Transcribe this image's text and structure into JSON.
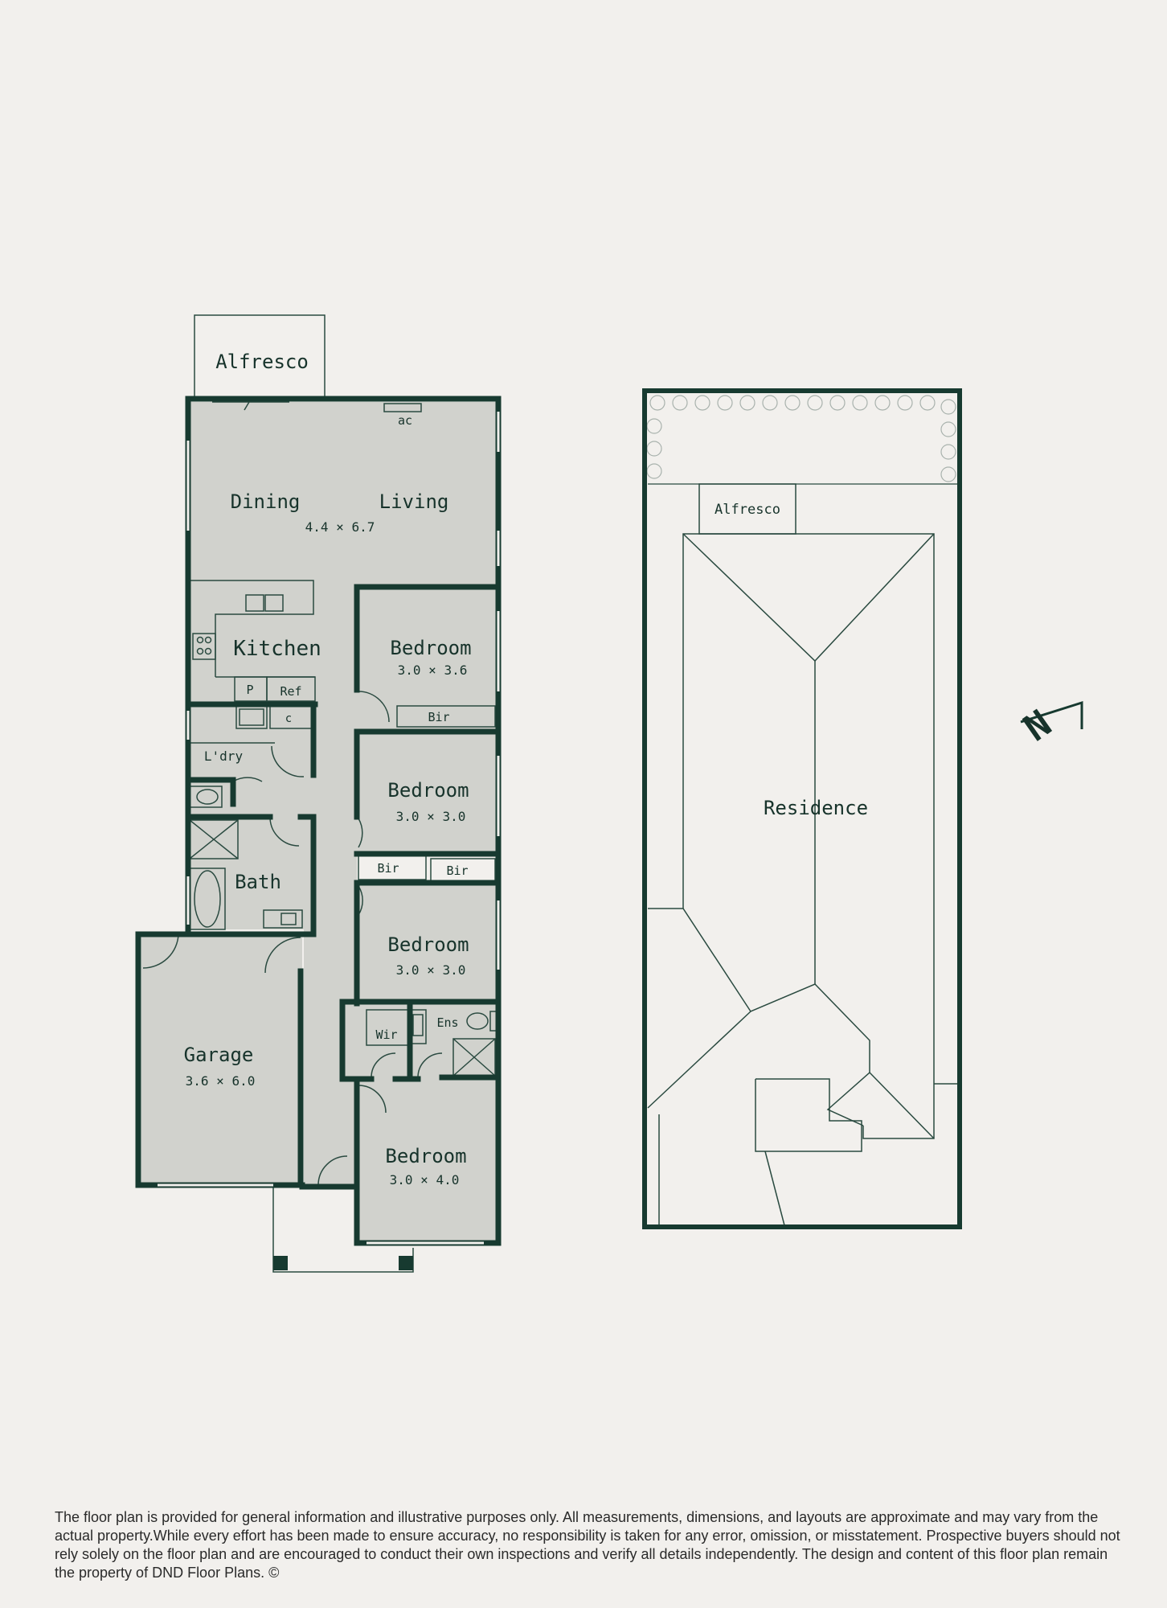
{
  "floor_plan": {
    "alfresco": "Alfresco",
    "ac": "ac",
    "dining": "Dining",
    "living": "Living",
    "living_dim": "4.4 × 6.7",
    "kitchen": "Kitchen",
    "pantry": "P",
    "ref": "Ref",
    "c": "c",
    "laundry": "L'dry",
    "bath": "Bath",
    "bed1": "Bedroom",
    "bed1_dim": "3.0 × 3.6",
    "bir1": "Bir",
    "bed2": "Bedroom",
    "bed2_dim": "3.0 × 3.0",
    "bir2": "Bir",
    "bir3": "Bir",
    "bed3": "Bedroom",
    "bed3_dim": "3.0 × 3.0",
    "wir": "Wir",
    "ens": "Ens",
    "bed4": "Bedroom",
    "bed4_dim": "3.0 × 4.0",
    "garage": "Garage",
    "garage_dim": "3.6 × 6.0"
  },
  "site_plan": {
    "alfresco": "Alfresco",
    "residence": "Residence",
    "north": "N"
  },
  "disclaimer": "The floor plan is provided for general information and illustrative purposes only. All measurements, dimensions, and layouts are approximate and may vary from the actual property.While every effort has been made to ensure accuracy, no responsibility is taken for any error, omission, or misstatement. Prospective buyers should not rely solely on the floor plan and are encouraged to conduct their own inspections and verify all details independently. The design and content of this floor plan remain the property of DND Floor Plans. ©",
  "colors": {
    "wall": "#173a30",
    "room_fill": "#d1d2cd",
    "background": "#f2f0ed"
  }
}
